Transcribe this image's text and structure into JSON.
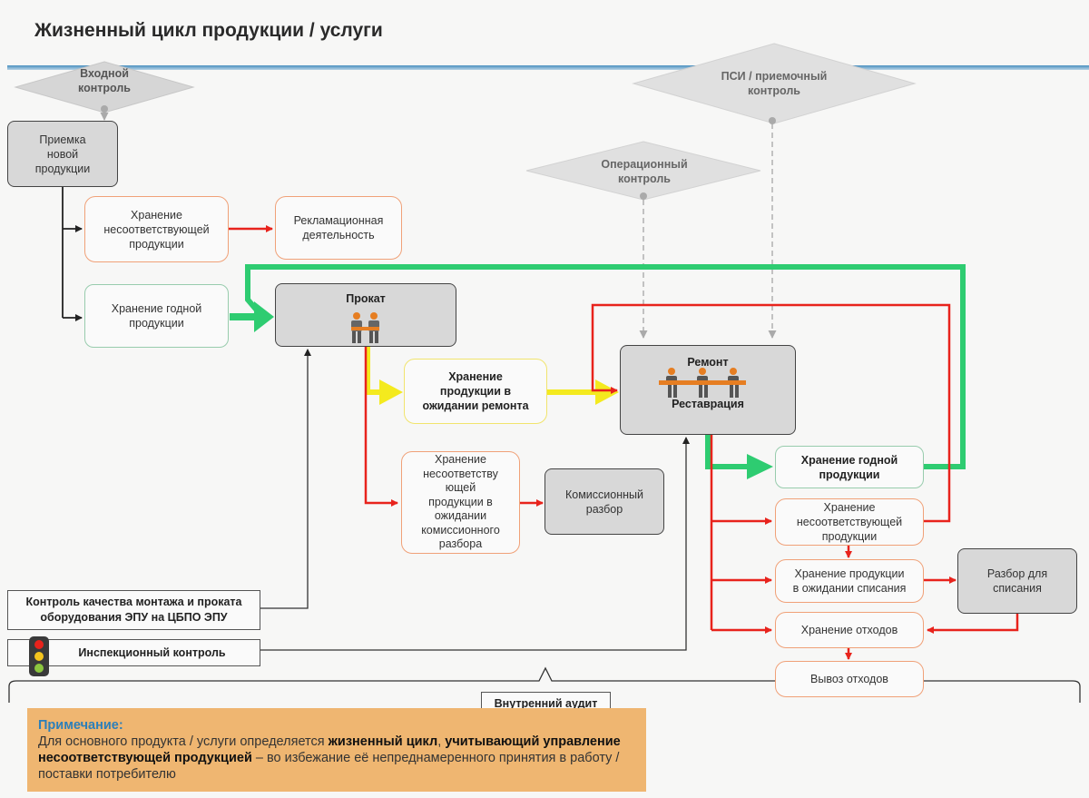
{
  "title": "Жизненный цикл продукции / услуги",
  "decisions": {
    "incoming": "Входной\nконтроль",
    "psi": "ПСИ / приемочный\nконтроль",
    "operational": "Операционный\nконтроль"
  },
  "boxes": {
    "reception": "Приемка\nновой\nпродукции",
    "nonconf_storage_1": "Хранение\nнесоответствующей\nпродукции",
    "reclamation": "Рекламационная\nдеятельность",
    "good_storage_1": "Хранение годной\nпродукции",
    "rental": "Прокат",
    "awaiting_repair": "Хранение\nпродукции в\nожидании ремонта",
    "repair_title": "Ремонт",
    "repair_subtitle": "Реставрация",
    "awaiting_commission": "Хранение\nнесоответству\nющей\nпродукции в\nожидании\nкомиссионного\nразбора",
    "commission": "Комиссионный\nразбор",
    "good_storage_2": "Хранение годной\nпродукции",
    "nonconf_storage_2": "Хранение\nнесоответствующей\nпродукции",
    "awaiting_writeoff": "Хранение продукции\nв ожидании списания",
    "writeoff_analysis": "Разбор для\nсписания",
    "waste_storage": "Хранение отходов",
    "waste_removal": "Вывоз отходов",
    "quality_control": "Контроль качества монтажа и проката\nоборудования ЭПУ на ЦБПО ЭПУ",
    "inspection": "Инспекционный контроль",
    "internal_audit": "Внутренний аудит"
  },
  "note": {
    "title": "Примечание:",
    "t1": "Для основного продукта / услуги определяется ",
    "b1": "жизненный цикл",
    "t2": ", ",
    "b2": "учитывающий управление несоответствующей продукцией",
    "t3": " – во избежание её непреднамеренного принятия в работу / поставки потребителю"
  },
  "colors": {
    "green_flow": "#2ecc71",
    "red_flow": "#e8231c",
    "yellow_flow": "#f4ea1e",
    "note_bg": "#efb671",
    "note_title": "#2c7fba"
  }
}
